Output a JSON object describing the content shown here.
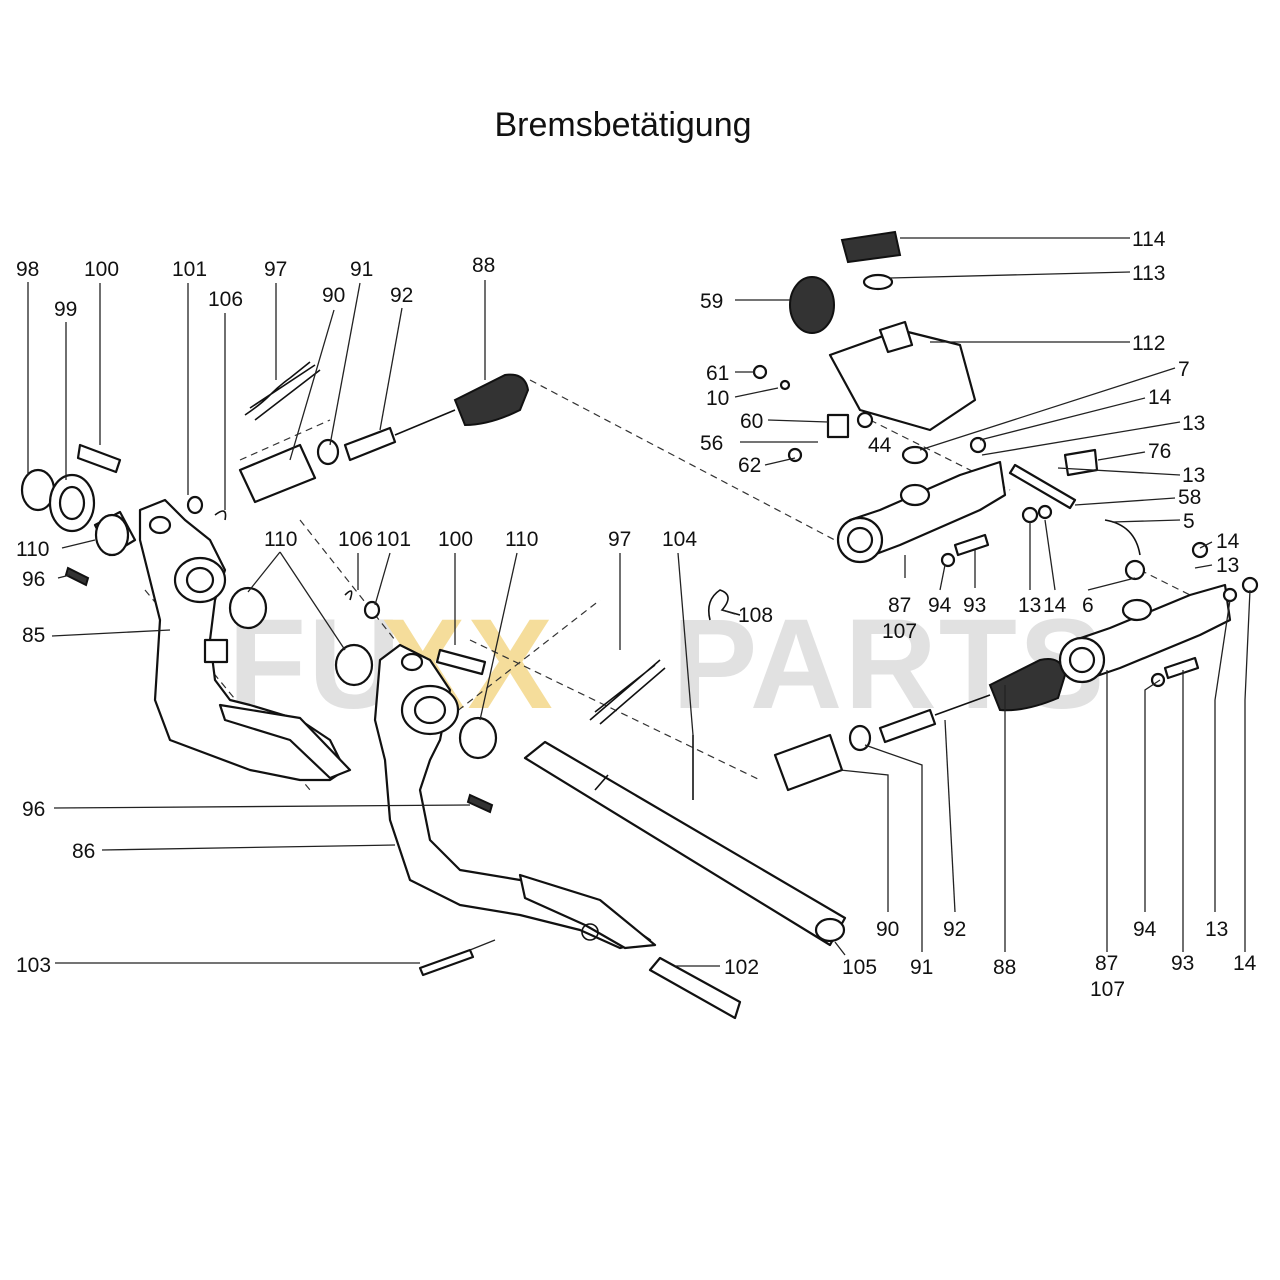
{
  "title": "Bremsbetätigung",
  "watermark": {
    "prefix": "FU",
    "middle": "XX",
    "suffix": "PARTS",
    "prefix_color": "#d8d8d8",
    "middle_color": "#f2d27a",
    "suffix_color": "#d8d8d8"
  },
  "labels": [
    {
      "id": "l98",
      "text": "98"
    },
    {
      "id": "l99",
      "text": "99"
    },
    {
      "id": "l100a",
      "text": "100"
    },
    {
      "id": "l101a",
      "text": "101"
    },
    {
      "id": "l106a",
      "text": "106"
    },
    {
      "id": "l97a",
      "text": "97"
    },
    {
      "id": "l90a",
      "text": "90"
    },
    {
      "id": "l91a",
      "text": "91"
    },
    {
      "id": "l92a",
      "text": "92"
    },
    {
      "id": "l88a",
      "text": "88"
    },
    {
      "id": "l110a",
      "text": "110"
    },
    {
      "id": "l96a",
      "text": "96"
    },
    {
      "id": "l85",
      "text": "85"
    },
    {
      "id": "l110b",
      "text": "110"
    },
    {
      "id": "l106b",
      "text": "106"
    },
    {
      "id": "l101b",
      "text": "101"
    },
    {
      "id": "l100b",
      "text": "100"
    },
    {
      "id": "l110c",
      "text": "110"
    },
    {
      "id": "l97b",
      "text": "97"
    },
    {
      "id": "l104",
      "text": "104"
    },
    {
      "id": "l108",
      "text": "108"
    },
    {
      "id": "l96b",
      "text": "96"
    },
    {
      "id": "l86",
      "text": "86"
    },
    {
      "id": "l103",
      "text": "103"
    },
    {
      "id": "l102",
      "text": "102"
    },
    {
      "id": "l105",
      "text": "105"
    },
    {
      "id": "l90b",
      "text": "90"
    },
    {
      "id": "l91b",
      "text": "91"
    },
    {
      "id": "l92b",
      "text": "92"
    },
    {
      "id": "l88b",
      "text": "88"
    },
    {
      "id": "l87b",
      "text": "87"
    },
    {
      "id": "l107b",
      "text": "107"
    },
    {
      "id": "l94b",
      "text": "94"
    },
    {
      "id": "l93b",
      "text": "93"
    },
    {
      "id": "l13d",
      "text": "13"
    },
    {
      "id": "l14d",
      "text": "14"
    },
    {
      "id": "l114",
      "text": "114"
    },
    {
      "id": "l113",
      "text": "113"
    },
    {
      "id": "l59",
      "text": "59"
    },
    {
      "id": "l112",
      "text": "112"
    },
    {
      "id": "l61",
      "text": "61"
    },
    {
      "id": "l10",
      "text": "10"
    },
    {
      "id": "l7",
      "text": "7"
    },
    {
      "id": "l60",
      "text": "60"
    },
    {
      "id": "l14a",
      "text": "14"
    },
    {
      "id": "l13a",
      "text": "13"
    },
    {
      "id": "l56",
      "text": "56"
    },
    {
      "id": "l44",
      "text": "44"
    },
    {
      "id": "l62",
      "text": "62"
    },
    {
      "id": "l76",
      "text": "76"
    },
    {
      "id": "l13b",
      "text": "13"
    },
    {
      "id": "l58",
      "text": "58"
    },
    {
      "id": "l5",
      "text": "5"
    },
    {
      "id": "l14b",
      "text": "14"
    },
    {
      "id": "l13c",
      "text": "13"
    },
    {
      "id": "l87a",
      "text": "87"
    },
    {
      "id": "l107a",
      "text": "107"
    },
    {
      "id": "l94a",
      "text": "94"
    },
    {
      "id": "l93a",
      "text": "93"
    },
    {
      "id": "l13e",
      "text": "13"
    },
    {
      "id": "l14e",
      "text": "14"
    },
    {
      "id": "l6",
      "text": "6"
    }
  ]
}
